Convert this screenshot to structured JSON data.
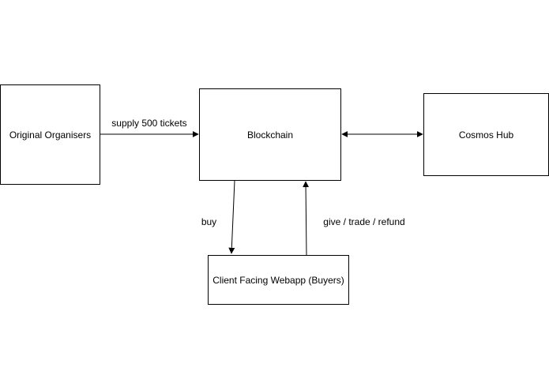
{
  "nodes": {
    "organisers": {
      "label": "Original Organisers"
    },
    "blockchain": {
      "label": "Blockchain"
    },
    "cosmos": {
      "label": "Cosmos Hub"
    },
    "webapp": {
      "label": "Client Facing Webapp (Buyers)"
    }
  },
  "edges": {
    "supply": {
      "label": "supply 500 tickets"
    },
    "buy": {
      "label": "buy"
    },
    "give": {
      "label": "give / trade / refund"
    },
    "bridge": {
      "label": ""
    }
  },
  "colors": {
    "stroke": "#000000",
    "background": "#ffffff"
  }
}
